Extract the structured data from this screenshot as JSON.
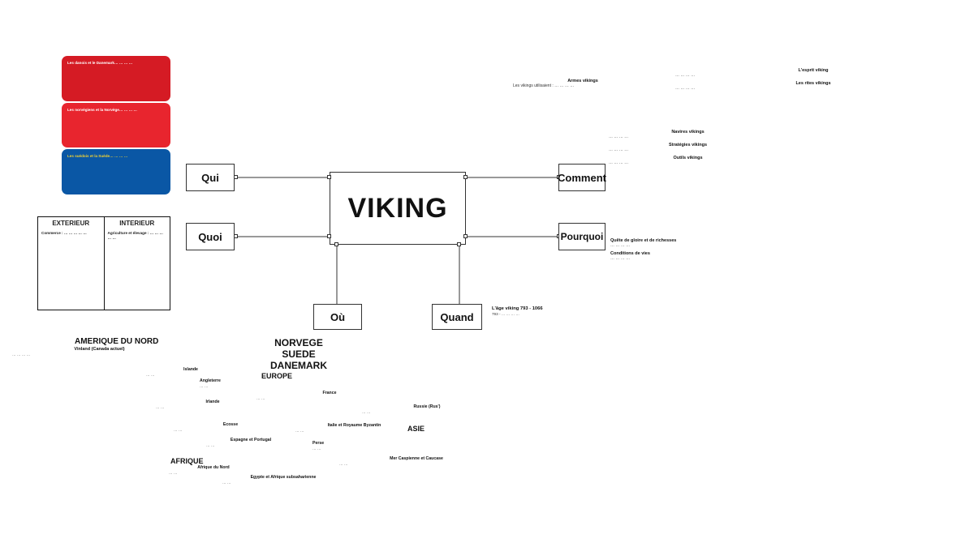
{
  "center": {
    "label": "VIKING"
  },
  "branches": {
    "qui": "Qui",
    "quoi": "Quoi",
    "ou": "Où",
    "quand": "Quand",
    "comment": "Comment",
    "pourquoi": "Pourquoi"
  },
  "cards": {
    "red1": "Les danois et le Danemark… … … …",
    "red2": "Les norvégiens et la Norvège… … … …",
    "blue1": "Les suédois et la Suède… … … …"
  },
  "table": {
    "left_header": "EXTERIEUR",
    "right_header": "INTERIEUR",
    "left_text": "Commerce : … … … … …",
    "right_text": "Agriculture et élevage : … … … … …"
  },
  "comment": {
    "armes_title": "Armes vikings",
    "armes_text": "Les vikings utilisaient : … … … …",
    "esprit_title": "L'esprit viking",
    "esprit_text": "… … … …",
    "rites_title": "Les rites vikings",
    "rites_text": "… … … …",
    "navires_title": "Navires vikings",
    "navires_text": "… … … …",
    "strategies_title": "Stratégies vikings",
    "strategies_text": "… … … …",
    "outils_title": "Outils vikings",
    "outils_text": "… … … …"
  },
  "pourquoi": {
    "gloire_title": "Quête de gloire et de richesses",
    "gloire_text": "… … … …",
    "conditions_title": "Conditions de vies",
    "conditions_text": "… … … …"
  },
  "quand": {
    "title": "L'âge viking 793 - 1066",
    "text": "793 - … … … …"
  },
  "ou": {
    "amerique_title": "AMERIQUE DU NORD",
    "vinland_title": "Vinland (Canada actuel)",
    "vinland_text": "… … … …",
    "islande_title": "Islande",
    "islande_text": "… …",
    "nsd_title": "NORVEGE SUEDE DANEMARK",
    "nsd_text": "… …",
    "europe_title": "EUROPE",
    "angleterre_title": "Angleterre",
    "angleterre_text": "… …",
    "france_title": "France",
    "france_text": "… …",
    "irlande_title": "Irlande",
    "irlande_text": "… …",
    "ecosse_title": "Ecosse",
    "ecosse_text": "… …",
    "russie_title": "Russie (Rus')",
    "russie_text": "… …",
    "italie_title": "Italie et Royaume Byzantin",
    "italie_text": "… …",
    "espagne_title": "Espagne et Portugal",
    "espagne_text": "… …",
    "asie_title": "ASIE",
    "perse_title": "Perse",
    "perse_text": "… …",
    "mer_title": "Mer Caspienne et Caucase",
    "mer_text": "… …",
    "afrique_title": "AFRIQUE",
    "afrique_nord_title": "Afrique du Nord",
    "afrique_nord_text": "… …",
    "egypte_title": "Egypte et Afrique subsaharienne",
    "egypte_text": "… …"
  },
  "colors": {
    "red": "#d51b24",
    "red2": "#e8252e",
    "blue": "#0a57a5",
    "yellow": "#f2d233"
  }
}
